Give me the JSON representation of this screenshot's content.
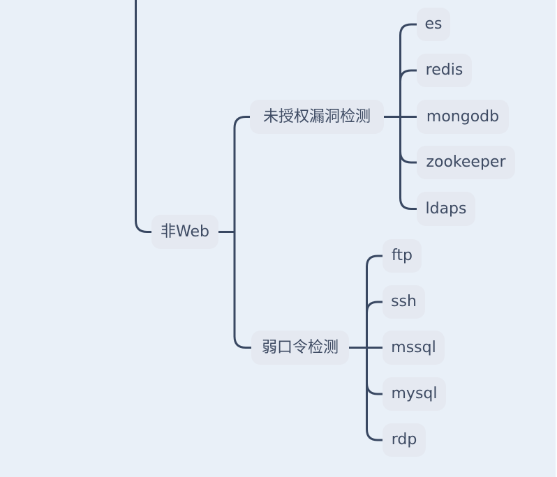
{
  "canvas": {
    "background_color": "#e9f0f8",
    "node_background_color": "#e5e9f1",
    "node_text_color": "#3e4b63",
    "connector_color": "#394862"
  },
  "mindmap": {
    "type": "tree",
    "parent_node_offscreen_top": true,
    "nodes": [
      {
        "id": "non-web",
        "label": "非Web",
        "level": 1,
        "parent": null
      },
      {
        "id": "unauthorized-vuln-detection",
        "label": "未授权漏洞检测",
        "level": 2,
        "parent": "non-web"
      },
      {
        "id": "es",
        "label": "es",
        "level": 3,
        "parent": "unauthorized-vuln-detection"
      },
      {
        "id": "redis",
        "label": "redis",
        "level": 3,
        "parent": "unauthorized-vuln-detection"
      },
      {
        "id": "mongodb",
        "label": "mongodb",
        "level": 3,
        "parent": "unauthorized-vuln-detection"
      },
      {
        "id": "zookeeper",
        "label": "zookeeper",
        "level": 3,
        "parent": "unauthorized-vuln-detection"
      },
      {
        "id": "ldaps",
        "label": "ldaps",
        "level": 3,
        "parent": "unauthorized-vuln-detection"
      },
      {
        "id": "weak-password-detection",
        "label": "弱口令检测",
        "level": 2,
        "parent": "non-web"
      },
      {
        "id": "ftp",
        "label": "ftp",
        "level": 3,
        "parent": "weak-password-detection"
      },
      {
        "id": "ssh",
        "label": "ssh",
        "level": 3,
        "parent": "weak-password-detection"
      },
      {
        "id": "mssql",
        "label": "mssql",
        "level": 3,
        "parent": "weak-password-detection"
      },
      {
        "id": "mysql",
        "label": "mysql",
        "level": 3,
        "parent": "weak-password-detection"
      },
      {
        "id": "rdp",
        "label": "rdp",
        "level": 3,
        "parent": "weak-password-detection"
      }
    ]
  }
}
